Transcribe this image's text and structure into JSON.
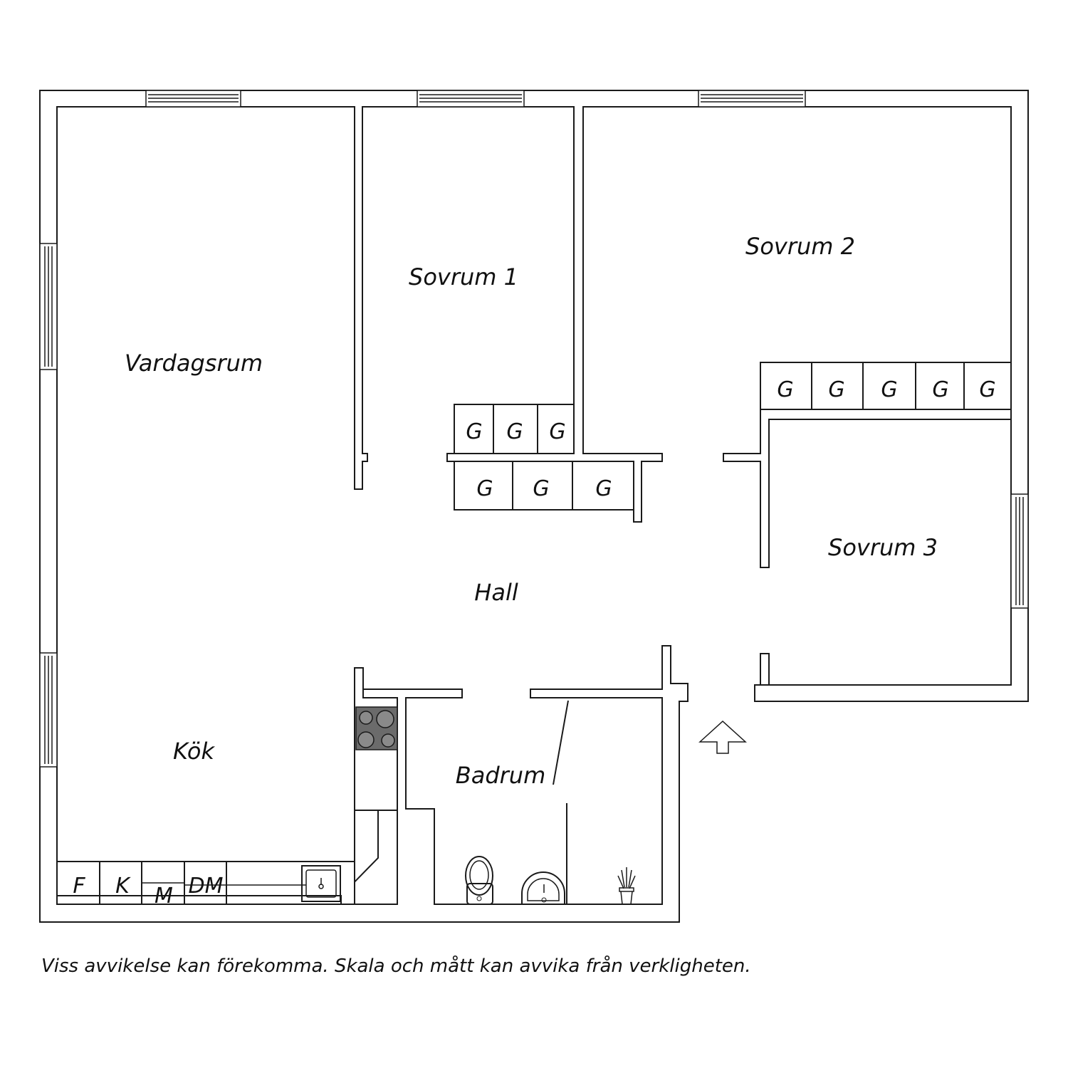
{
  "rooms": {
    "vardagsrum": "Vardagsrum",
    "sovrum1": "Sovrum 1",
    "sovrum2": "Sovrum 2",
    "sovrum3": "Sovrum 3",
    "hall": "Hall",
    "kok": "Kök",
    "badrum": "Badrum"
  },
  "wardrobes": {
    "sovrum1": [
      "G",
      "G",
      "G"
    ],
    "hall": [
      "G",
      "G",
      "G"
    ],
    "sovrum2": [
      "G",
      "G",
      "G",
      "G",
      "G"
    ]
  },
  "kitchen_appliances": [
    "F",
    "K",
    "M",
    "DM"
  ],
  "disclaimer": "Viss avvikelse kan förekomma. Skala och mått kan avvika från verkligheten.",
  "colors": {
    "line": "#1a1a1a",
    "stove": "#6b6b6b"
  },
  "icons": [
    "stove-icon",
    "sink-icon",
    "toilet-icon",
    "washbasin-icon",
    "plant-icon",
    "entrance-arrow-icon"
  ]
}
